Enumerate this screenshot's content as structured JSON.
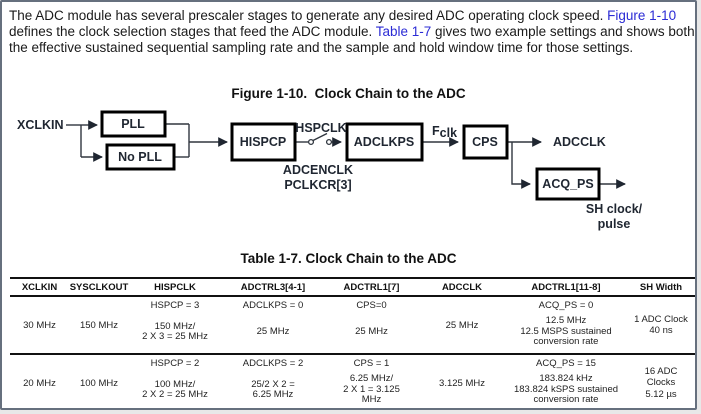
{
  "intro": {
    "text_before_fig_link": "The ADC module has several prescaler stages to generate any desired ADC operating clock speed. ",
    "fig_link": "Figure 1-10",
    "text_between_links": " defines the clock selection stages that feed the ADC module. ",
    "table_link": "Table 1-7",
    "text_after_links": " gives two example settings and shows both the effective sustained sequential sampling rate and the sample and hold window time for those settings.",
    "link_color": "#2b2bd5"
  },
  "figure": {
    "title": "Figure 1-10.  Clock Chain to the ADC",
    "labels": {
      "xclkin": "XCLKIN",
      "pll": "PLL",
      "no_pll": "No PLL",
      "hispcp": "HISPCP",
      "hspclk": "HSPCLK",
      "adcenclk": "ADCENCLK",
      "pclkcr": "PCLKCR[3]",
      "adclkps": "ADCLKPS",
      "fclk_base": "F",
      "fclk_sub": "clk",
      "cps": "CPS",
      "adcclk": "ADCCLK",
      "acq_ps": "ACQ_PS",
      "sh_clock": "SH clock/\npulse"
    }
  },
  "table": {
    "title": "Table 1-7. Clock Chain to the ADC",
    "headers": [
      "XCLKIN",
      "SYSCLKOUT",
      "HISPCLK",
      "ADCTRL3[4-1]",
      "ADCTRL1[7]",
      "ADCCLK",
      "ADCTRL1[11-8]",
      "SH Width"
    ],
    "rows": [
      {
        "xclkin": "30 MHz",
        "sysclkout": "150 MHz",
        "hispclk_setting": "HSPCP = 3",
        "hispclk_value": [
          "150 MHz/",
          "2 X 3 = 25 MHz"
        ],
        "adctrl3_setting": "ADCLKPS = 0",
        "adctrl3_value": [
          "25 MHz"
        ],
        "adctrl1_7_setting": "CPS=0",
        "adctrl1_7_value": [
          "25 MHz"
        ],
        "adcclk": "25 MHz",
        "adctrl1_11_8_setting": "ACQ_PS = 0",
        "adctrl1_11_8_value": [
          "12.5 MHz",
          "12.5 MSPS sustained",
          "conversion rate"
        ],
        "sh_width": [
          "1 ADC Clock",
          "40 ns"
        ]
      },
      {
        "xclkin": "20 MHz",
        "sysclkout": "100 MHz",
        "hispclk_setting": "HSPCP = 2",
        "hispclk_value": [
          "100 MHz/",
          "2 X 2 = 25 MHz"
        ],
        "adctrl3_setting": "ADCLKPS = 2",
        "adctrl3_value": [
          "25/2 X 2 =",
          "6.25 MHz"
        ],
        "adctrl1_7_setting": "CPS = 1",
        "adctrl1_7_value": [
          "6.25 MHz/",
          "2 X 1 = 3.125",
          "MHz"
        ],
        "adcclk": "3.125 MHz",
        "adctrl1_11_8_setting": "ACQ_PS = 15",
        "adctrl1_11_8_value": [
          "183.824 kHz",
          "183.824 kSPS sustained",
          "conversion rate"
        ],
        "sh_width": [
          "16 ADC",
          "Clocks",
          "5.12 µs"
        ]
      }
    ]
  }
}
